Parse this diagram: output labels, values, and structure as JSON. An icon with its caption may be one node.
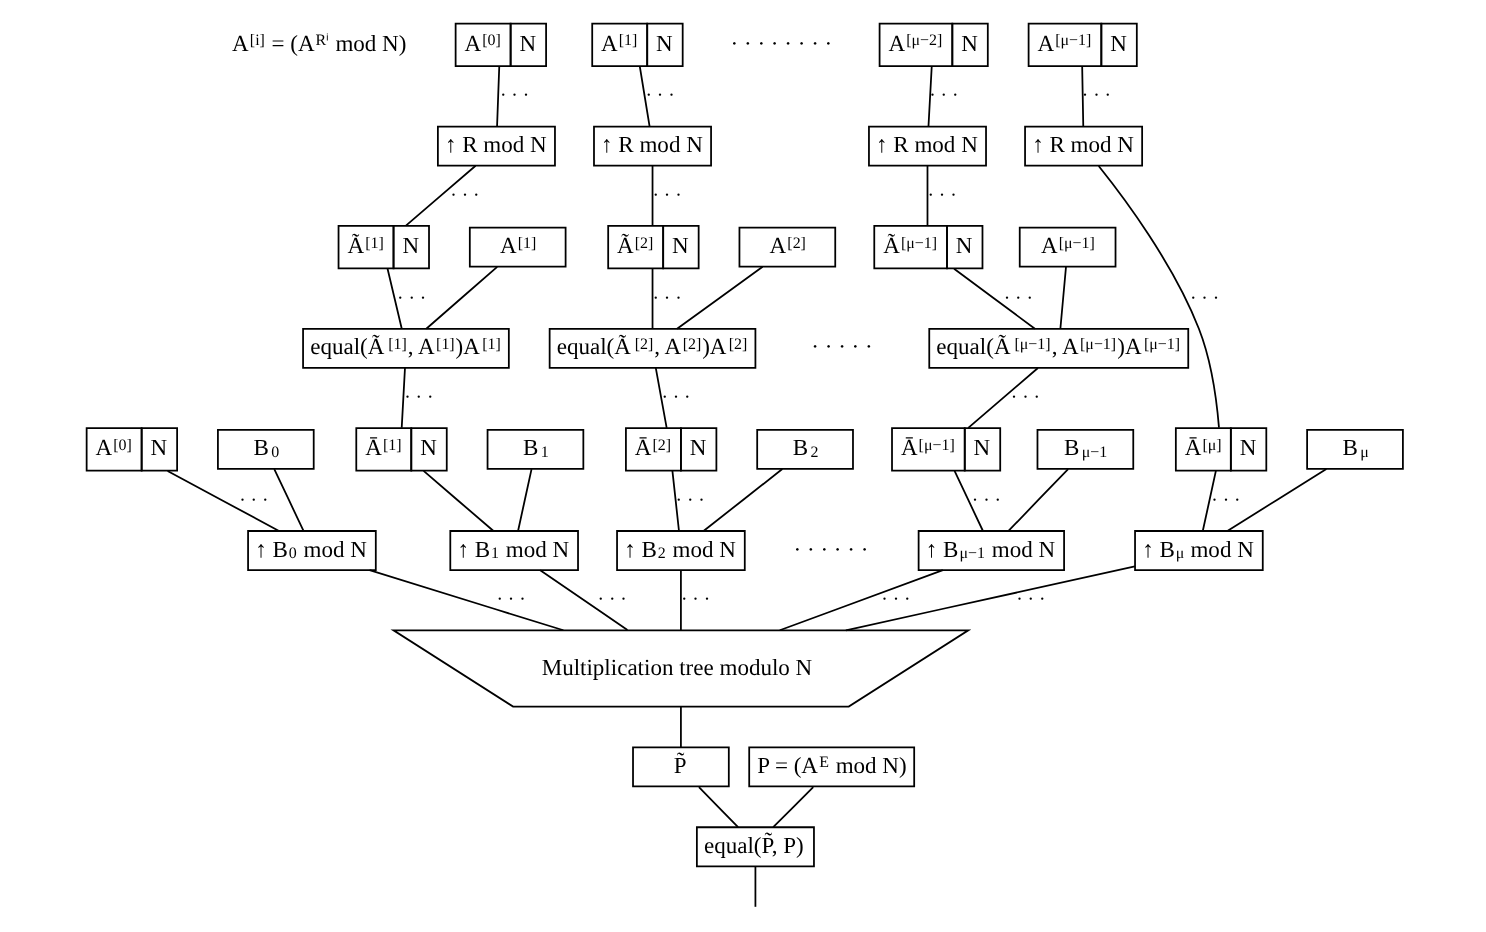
{
  "diagram": {
    "nodes": [
      {
        "text": [
          "A$^{[0]}$",
          "N"
        ]
      },
      {
        "text": [
          "A$^{[1]}$",
          "N"
        ]
      },
      {
        "text": [
          "A$^{[μ−2]}$",
          "N"
        ]
      },
      {
        "text": [
          "A$^{[μ−1]}$",
          "N"
        ]
      },
      {
        "text": [
          "↑ R mod N"
        ]
      },
      {
        "text": [
          "↑ R mod N"
        ]
      },
      {
        "text": [
          "↑ R mod N"
        ]
      },
      {
        "text": [
          "↑ R mod N"
        ]
      },
      {
        "text": [
          "Ã$^{[1]}$",
          "N"
        ]
      },
      {
        "text": [
          "A$^{[1]}$"
        ]
      },
      {
        "text": [
          "Ã$^{[2]}$",
          "N"
        ]
      },
      {
        "text": [
          "A$^{[2]}$"
        ]
      },
      {
        "text": [
          "Ã$^{[μ−1]}$",
          "N"
        ]
      },
      {
        "text": [
          "A$^{[μ−1]}$"
        ]
      },
      {
        "text": [
          "equal(Ã$^{[1]}$, A$^{[1]}$)A$^{[1]}$"
        ]
      },
      {
        "text": [
          "equal(Ã$^{[2]}$, A$^{[2]}$)A$^{[2]}$"
        ]
      },
      {
        "text": [
          "equal(Ã$^{[μ−1]}$, A$^{[μ−1]}$)A$^{[μ−1]}$"
        ]
      },
      {
        "text": [
          "A$^{[0]}$",
          "N"
        ]
      },
      {
        "text": [
          "B$_{0}$"
        ]
      },
      {
        "text": [
          "Ā$^{[1]}$",
          "N"
        ]
      },
      {
        "text": [
          "B$_{1}$"
        ]
      },
      {
        "text": [
          "Ā$^{[2]}$",
          "N"
        ]
      },
      {
        "text": [
          "B$_{2}$"
        ]
      },
      {
        "text": [
          "Ā$^{[μ−1]}$",
          "N"
        ]
      },
      {
        "text": [
          "B$_{μ−1}$"
        ]
      },
      {
        "text": [
          "Ā$^{[μ]}$",
          "N"
        ]
      },
      {
        "text": [
          "B$_{μ}$"
        ]
      },
      {
        "text": [
          "↑ B$_{0}$ mod N"
        ]
      },
      {
        "text": [
          "↑ B$_{1}$ mod N"
        ]
      },
      {
        "text": [
          "↑ B$_{2}$ mod N"
        ]
      },
      {
        "text": [
          "↑ B$_{μ−1}$ mod N"
        ]
      },
      {
        "text": [
          "↑ B$_{μ}$ mod N"
        ]
      },
      {
        "text": [
          "Multiplication tree modulo N"
        ]
      },
      {
        "text": [
          "P̃"
        ]
      },
      {
        "text": [
          "P = (A$^{E}$ mod N)"
        ]
      },
      {
        "text": [
          "equal(P̃, P)"
        ]
      }
    ],
    "edges": [
      {
        "from": 0,
        "to": 4,
        "arrow": "none",
        "label": "· · ·"
      },
      {
        "from": 1,
        "to": 5,
        "arrow": "none",
        "label": "· · ·"
      },
      {
        "from": 2,
        "to": 6,
        "arrow": "none",
        "label": "· · ·"
      },
      {
        "from": 3,
        "to": 7,
        "arrow": "none",
        "label": "· · ·"
      },
      {
        "from": 4,
        "to": 8,
        "arrow": "none",
        "label": "· · ·"
      },
      {
        "from": 5,
        "to": 10,
        "arrow": "none",
        "label": "· · ·"
      },
      {
        "from": 6,
        "to": 12,
        "arrow": "none",
        "label": "· · ·"
      },
      {
        "from": 7,
        "to": 25,
        "arrow": "none",
        "label": "· · ·"
      },
      {
        "from": 8,
        "to": 14,
        "arrow": "none",
        "label": "· · ·"
      },
      {
        "from": 9,
        "to": 14,
        "arrow": "none"
      },
      {
        "from": 10,
        "to": 15,
        "arrow": "none",
        "label": "· · ·"
      },
      {
        "from": 11,
        "to": 15,
        "arrow": "none"
      },
      {
        "from": 12,
        "to": 16,
        "arrow": "none",
        "label": "· · ·"
      },
      {
        "from": 13,
        "to": 16,
        "arrow": "none"
      },
      {
        "from": 14,
        "to": 19,
        "arrow": "none",
        "label": "· · ·"
      },
      {
        "from": 15,
        "to": 21,
        "arrow": "none",
        "label": "· · ·"
      },
      {
        "from": 16,
        "to": 23,
        "arrow": "none",
        "label": "· · ·"
      },
      {
        "from": 17,
        "to": 27,
        "arrow": "none",
        "label": "· · ·"
      },
      {
        "from": 18,
        "to": 27,
        "arrow": "none"
      },
      {
        "from": 19,
        "to": 28,
        "arrow": "none"
      },
      {
        "from": 20,
        "to": 28,
        "arrow": "none"
      },
      {
        "from": 21,
        "to": 29,
        "arrow": "none",
        "label": "· · ·"
      },
      {
        "from": 22,
        "to": 29,
        "arrow": "none"
      },
      {
        "from": 23,
        "to": 30,
        "arrow": "none",
        "label": "· · ·"
      },
      {
        "from": 24,
        "to": 30,
        "arrow": "none"
      },
      {
        "from": 25,
        "to": 31,
        "arrow": "none",
        "label": "· · ·"
      },
      {
        "from": 26,
        "to": 31,
        "arrow": "none"
      },
      {
        "from": 27,
        "to": 32,
        "arrow": "none",
        "label": "· · ·"
      },
      {
        "from": 28,
        "to": 32,
        "arrow": "none",
        "label": "· · ·"
      },
      {
        "from": 29,
        "to": 32,
        "arrow": "none",
        "label": "· · ·"
      },
      {
        "from": 30,
        "to": 32,
        "arrow": "none",
        "label": "· · ·"
      },
      {
        "from": 31,
        "to": 32,
        "arrow": "none",
        "label": "· · ·"
      },
      {
        "from": 32,
        "to": 33,
        "arrow": "none"
      },
      {
        "from": 33,
        "to": 35,
        "arrow": "none"
      },
      {
        "from": 34,
        "to": 35,
        "arrow": "none"
      },
      {
        "from": 35,
        "to": null,
        "arrow": "none"
      }
    ],
    "labels": [
      "A$^{[i]}$ = (A$^{Rⁱ}$ mod N)",
      "· · · · · · · ·",
      "· · · · ·",
      "· · · · · ·"
    ]
  }
}
